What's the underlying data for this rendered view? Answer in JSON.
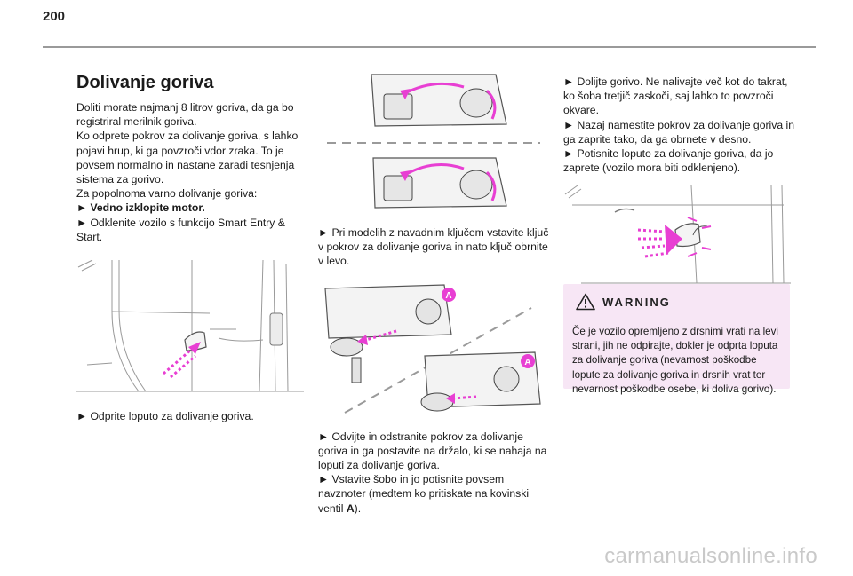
{
  "page_number": "200",
  "title": "Dolivanje goriva",
  "col1": {
    "intro_lines": [
      "Doliti morate najmanj 8 litrov goriva, da ga bo",
      "registriral merilnik goriva.",
      "Ko odprete pokrov za dolivanje goriva, s lahko",
      "pojavi hrup, ki ga povzroči vdor zraka. To je",
      "povsem normalno in nastane zaradi tesnjenja",
      "sistema za gorivo.",
      "Za popolnoma varno dolivanje goriva:"
    ],
    "step1_bold": "► Vedno izklopite motor.",
    "step2_lines": [
      "► Odklenite vozilo s funkcijo Smart Entry &",
      "Start."
    ],
    "caption": "► Odprite loputo za dolivanje goriva."
  },
  "col2": {
    "text1_lines": [
      "► Pri modelih z navadnim ključem vstavite ključ",
      "v pokrov za dolivanje goriva in nato ključ obrnite",
      "v levo."
    ],
    "label_a": "A",
    "text2_lines": [
      "► Odvijte in odstranite pokrov za dolivanje",
      "goriva in ga postavite na držalo, ki se nahaja na",
      "loputi za dolivanje goriva.",
      "► Vstavite šobo in jo potisnite povsem",
      "navznoter (medtem ko pritiskate na kovinski"
    ],
    "text2_last_pre": "ventil ",
    "text2_last_bold": "A",
    "text2_last_post": ")."
  },
  "col3": {
    "text_lines": [
      "► Dolijte gorivo. Ne nalivajte več kot do takrat,",
      "ko šoba tretjič zaskoči, saj lahko to povzroči",
      "okvare.",
      "► Nazaj namestite pokrov za dolivanje goriva in",
      "ga zaprite tako, da ga obrnete v desno.",
      "► Potisnite loputo za dolivanje goriva, da jo",
      "zaprete (vozilo mora biti odklenjeno)."
    ],
    "warning": {
      "title": "WARNING",
      "icon": "warning-triangle-icon",
      "lines": [
        "Če je vozilo opremljeno z drsnimi vrati na levi",
        "strani, jih ne odpirajte, dokler je odprta loputa",
        "za dolivanje goriva (nevarnost poškodbe",
        "lopute za dolivanje goriva in drsnih vrat ter",
        "nevarnost poškodbe osebe, ki doliva gorivo)."
      ]
    }
  },
  "watermark": "carmanualsonline.info",
  "colors": {
    "accent": "#e83fd3",
    "warning_bg": "#f7e6f5",
    "line": "#555555"
  }
}
